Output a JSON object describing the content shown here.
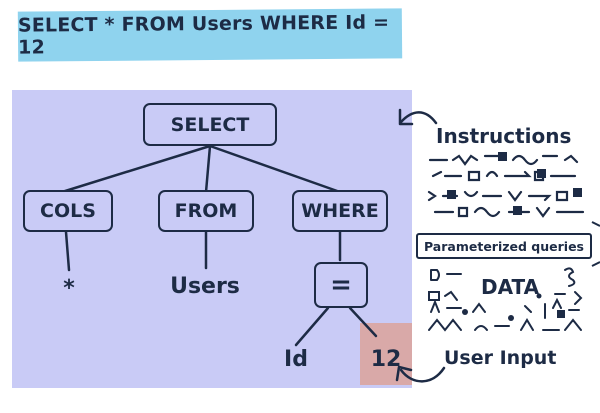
{
  "query": "SELECT * FROM Users WHERE Id = 12",
  "tree": {
    "root": "SELECT",
    "cols": "COLS",
    "from": "FROM",
    "where": "WHERE",
    "star": "*",
    "users": "Users",
    "equals": "=",
    "id": "Id",
    "value": "12"
  },
  "side": {
    "instructions": "Instructions",
    "parameterized": "Parameterized queries",
    "data": "DATA",
    "user_input": "User Input"
  },
  "colors": {
    "ink": "#1d2b45",
    "sql_banner": "#8fd3ee",
    "tree_panel": "#c9cbf6",
    "value_highlight": "#d9a9a8"
  }
}
